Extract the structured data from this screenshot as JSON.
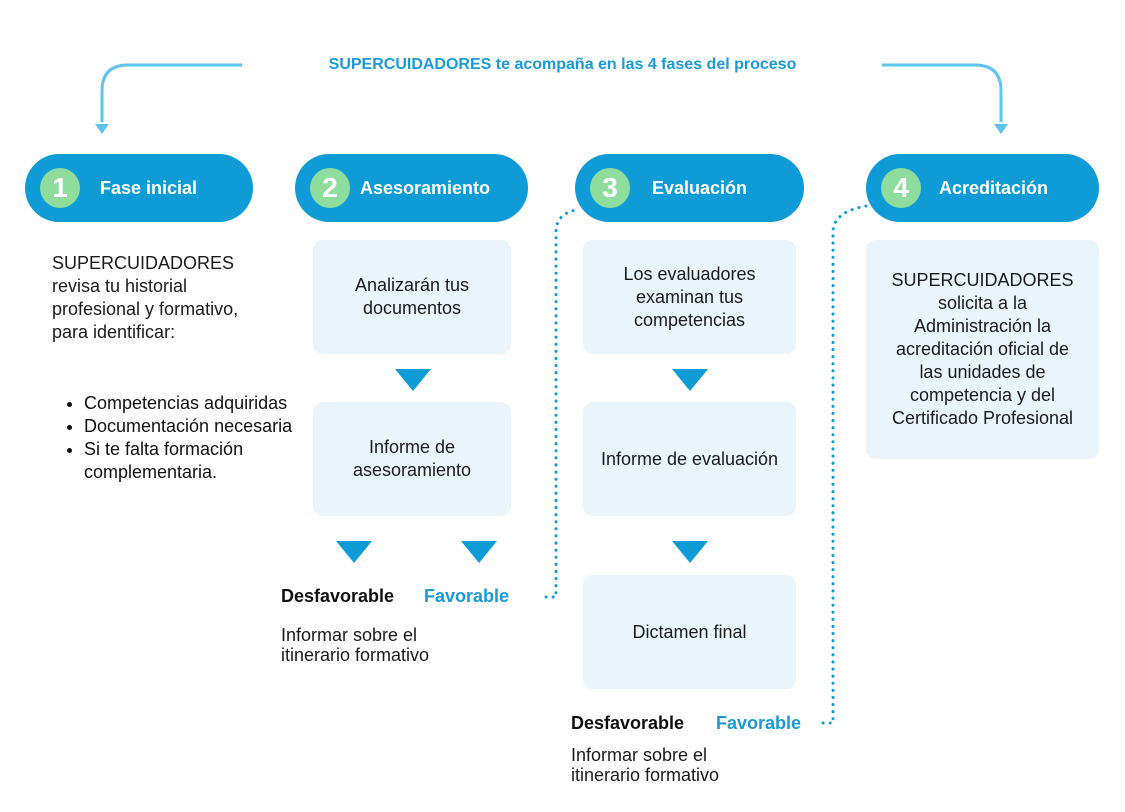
{
  "header": {
    "title": "SUPERCUIDADORES te acompaña en las 4 fases del proceso"
  },
  "colors": {
    "primary": "#0e9bd6",
    "number_badge": "#8fdc9f",
    "box_bg": "#e9f5fb",
    "favorable_text": "#1a9ad6"
  },
  "phases": [
    {
      "number": "1",
      "label": "Fase inicial"
    },
    {
      "number": "2",
      "label": "Asesoramiento"
    },
    {
      "number": "3",
      "label": "Evaluación"
    },
    {
      "number": "4",
      "label": "Acreditación"
    }
  ],
  "phase1": {
    "description": "SUPERCUIDADORES revisa tu historial profesional y formativo, para identificar:",
    "bullets": [
      "Competencias adquiridas",
      "Documentación necesaria",
      "Si te falta formación complementaria."
    ]
  },
  "phase2": {
    "steps": [
      "Analizarán tus documentos",
      "Informe de asesoramiento"
    ],
    "unfavorable": "Desfavorable",
    "favorable": "Favorable",
    "unfavorable_note": "Informar sobre el itinerario formativo"
  },
  "phase3": {
    "steps": [
      "Los evaluadores examinan tus competencias",
      "Informe de evaluación",
      "Dictamen final"
    ],
    "unfavorable": "Desfavorable",
    "favorable": "Favorable",
    "unfavorable_note": "Informar sobre el itinerario formativo"
  },
  "phase4": {
    "description": "SUPERCUIDADORES solicita a la Administración la acreditación oficial de las unidades de competencia y del Certificado Profesional"
  }
}
